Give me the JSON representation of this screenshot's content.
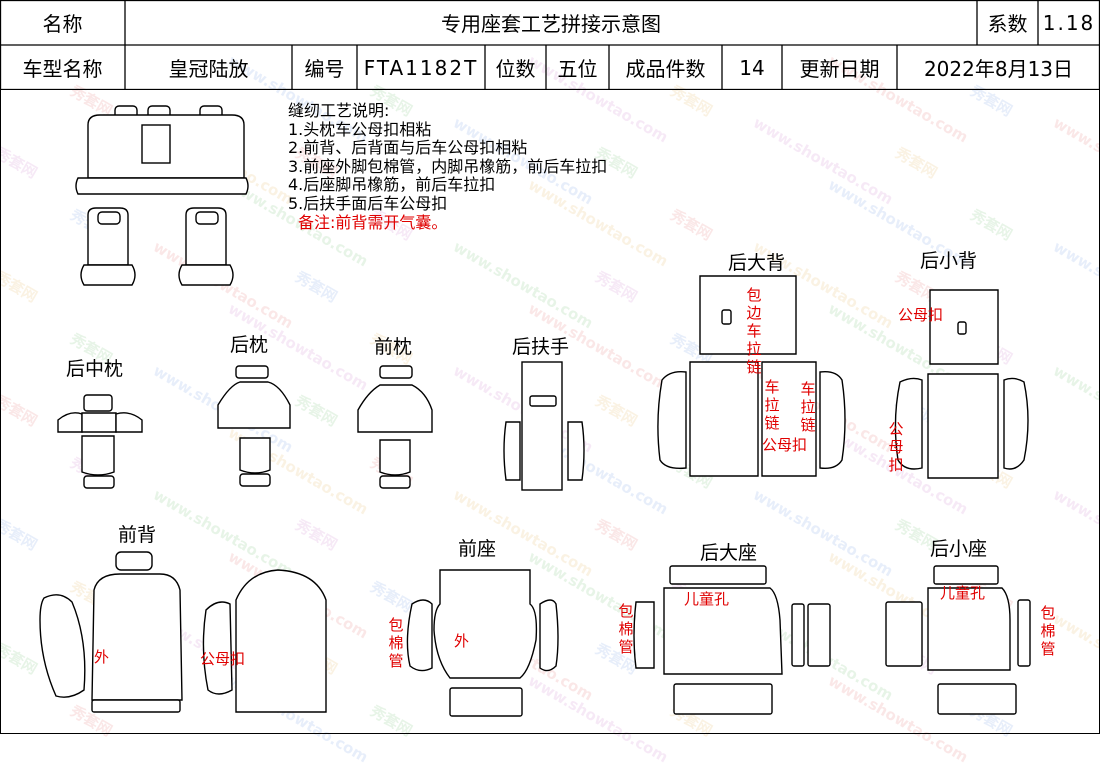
{
  "header": {
    "row1": {
      "name_label": "名称",
      "title": "专用座套工艺拼接示意图",
      "coef_label": "系数",
      "coef_value": "1.18"
    },
    "row2": {
      "model_label": "车型名称",
      "model_value": "皇冠陆放",
      "code_label": "编号",
      "code_value": "FTA1182T",
      "seats_label": "位数",
      "seats_value": "五位",
      "pieces_label": "成品件数",
      "pieces_value": "14",
      "date_label": "更新日期",
      "date_value": "2022年8月13日"
    }
  },
  "notes": {
    "title": "缝纫工艺说明:",
    "items": [
      "1.头枕车公母扣相粘",
      "2.前背、后背面与后车公母扣相粘",
      "3.前座外脚包棉管，内脚吊橡筋，前后车拉扣",
      "4.后座脚吊橡筋，前后车拉扣",
      "5.后扶手面后车公母扣"
    ],
    "remark": "备注:前背需开气囊。"
  },
  "parts": {
    "rear_center_pillow": "后中枕",
    "rear_pillow": "后枕",
    "front_pillow": "前枕",
    "rear_armrest": "后扶手",
    "rear_big_back": "后大背",
    "rear_small_back": "后小背",
    "front_back": "前背",
    "front_seat": "前座",
    "rear_big_seat": "后大座",
    "rear_small_seat": "后小座"
  },
  "annotations": {
    "bao_bian_che_la_lian": "包边车拉链",
    "che_la_lian_left": "车拉链",
    "che_la_lian_right": "车拉链",
    "gong_mu_kou_bottom": "公母扣",
    "gong_mu_kou_small_back": "公母扣",
    "gong_mu_kou_vertical": "公母扣",
    "wai_front_back": "外",
    "gong_mu_kou_front_back": "公母扣",
    "bao_mian_guan_front_seat": "包棉管",
    "wai_front_seat": "外",
    "bao_mian_guan_rear_big": "包棉管",
    "child_hole_big": "儿童孔",
    "child_hole_small": "儿童孔",
    "bao_mian_guan_rear_small": "包棉管"
  },
  "watermark": {
    "brand_cn": "秀套网",
    "domain": "www.showtao.com"
  },
  "colors": {
    "line": "#000000",
    "annotation": "#e00000"
  }
}
